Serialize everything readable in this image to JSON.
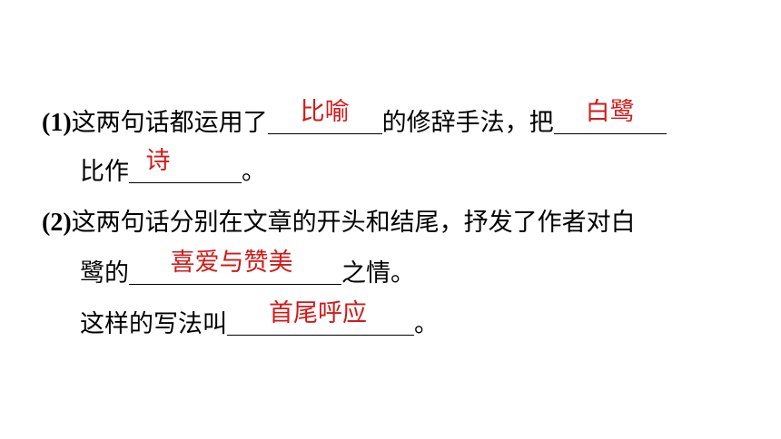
{
  "q1": {
    "number": "(1)",
    "text1": "这两句话都运用了",
    "answer1": "比喻",
    "text2": "的修辞手法，把",
    "answer2": "白鹭",
    "text3": "比作",
    "answer3": "诗",
    "text4": "。"
  },
  "q2": {
    "number": "(2)",
    "text1": "这两句话分别在文章的开头和结尾，抒发了作者对白",
    "text2": "鹭的",
    "answer1": "喜爱与赞美",
    "text3": "之情。",
    "text4": "这样的写法叫",
    "answer2": "首尾呼应",
    "text5": "。"
  },
  "colors": {
    "answer": "#d11a1a",
    "text": "#000000"
  }
}
